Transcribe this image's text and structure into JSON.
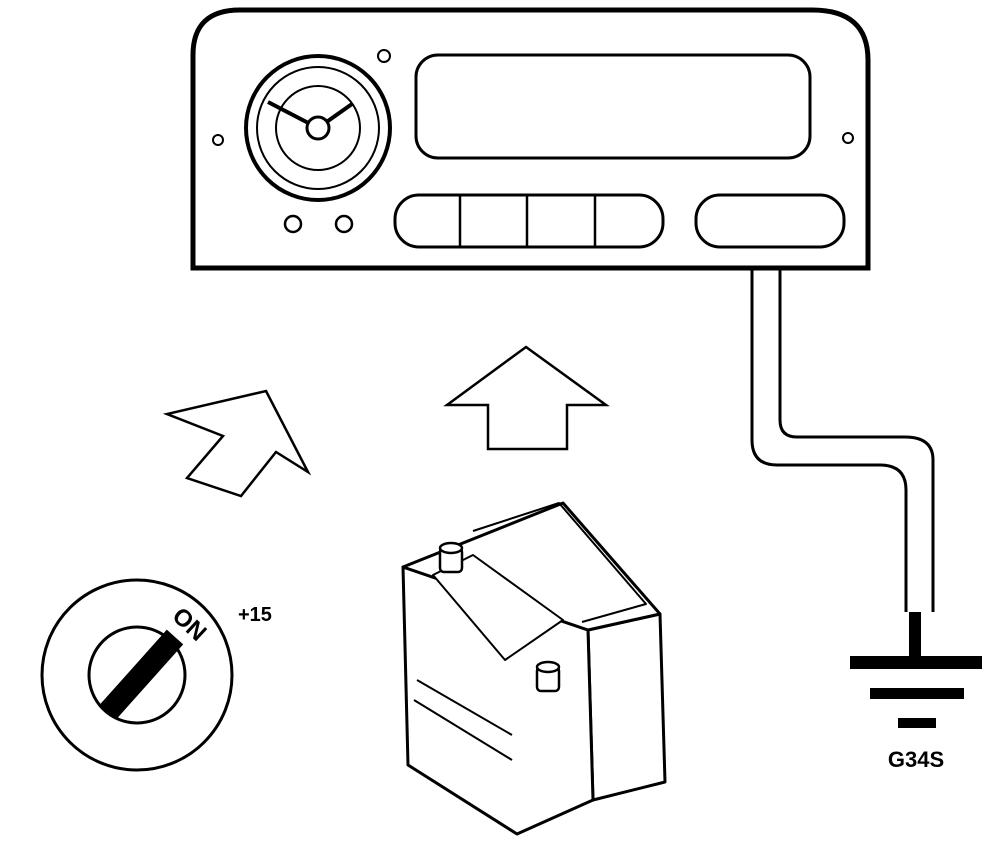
{
  "labels": {
    "ignition_terminal": "+15",
    "ignition_position": "ON",
    "ground_point": "G34S"
  }
}
